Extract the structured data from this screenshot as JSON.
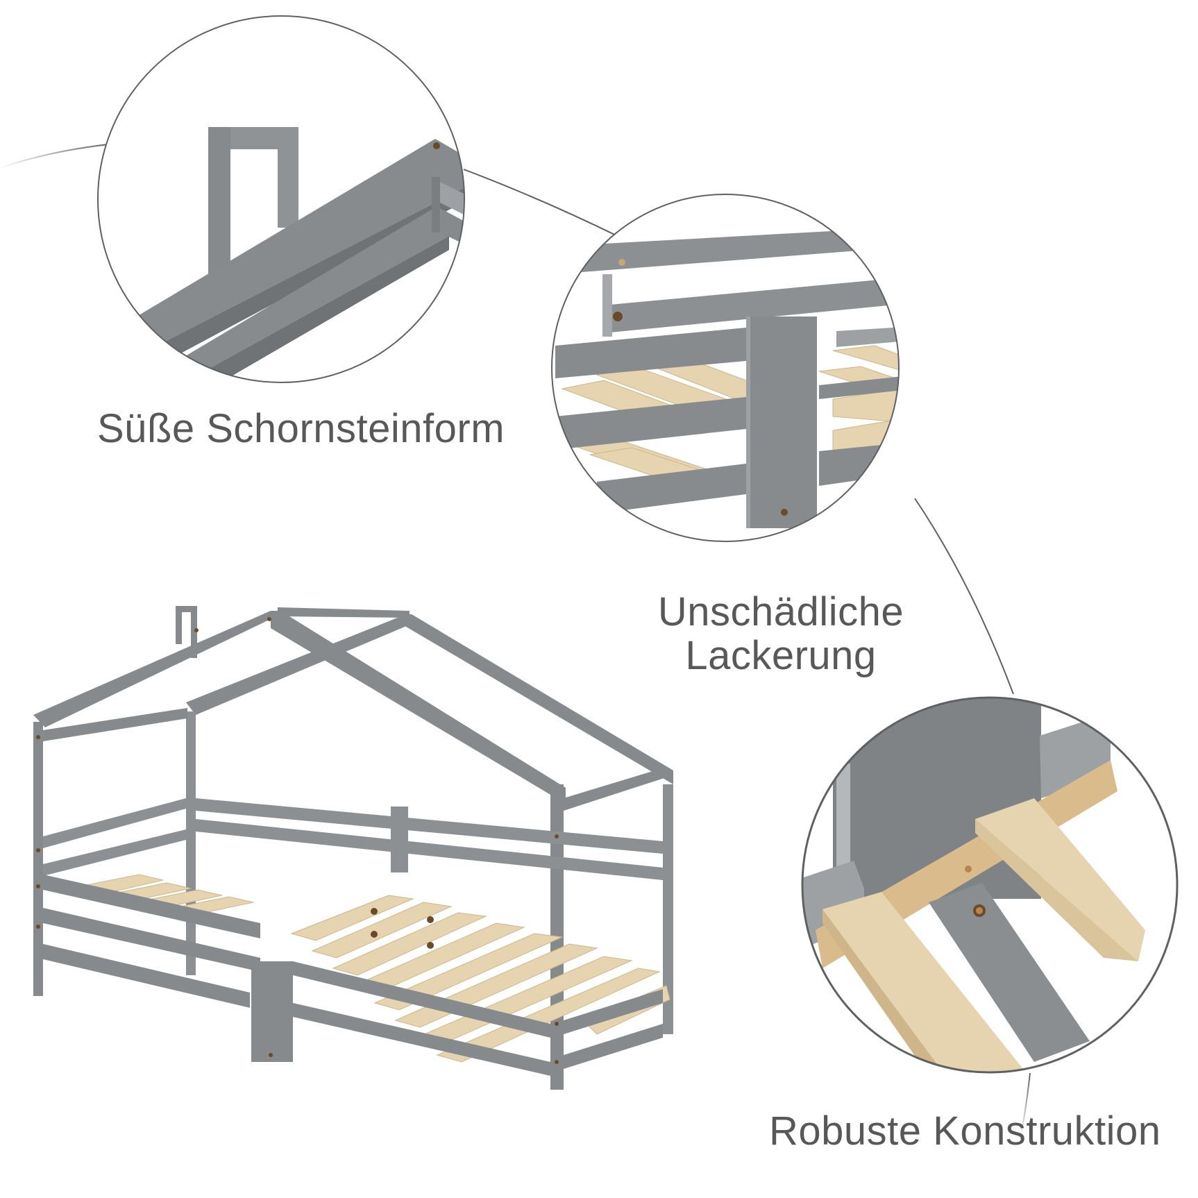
{
  "features": [
    {
      "id": "chimney",
      "label": "Süße Schornsteinform",
      "detail_icon": "chimney-detail-icon"
    },
    {
      "id": "coating",
      "label_line1": "Unschädliche",
      "label_line2": "Lackerung",
      "detail_icon": "guardrail-slats-detail-icon"
    },
    {
      "id": "construction",
      "label": "Robuste Konstruktion",
      "detail_icon": "slat-support-detail-icon"
    }
  ],
  "product": {
    "icon": "house-bed-icon"
  },
  "colors": {
    "frame_gray": "#868a8d",
    "frame_gray_dark": "#6f7376",
    "frame_gray_light": "#9ea1a4",
    "wood": "#e6d3b0",
    "wood_dark": "#cfb68a",
    "circle_stroke": "#5f6062",
    "text": "#58585a",
    "screw": "#6b4a2a"
  }
}
